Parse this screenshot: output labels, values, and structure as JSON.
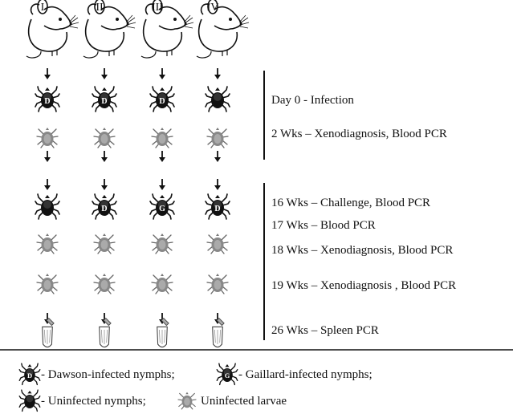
{
  "mice": [
    "I",
    "II",
    "III",
    "IV"
  ],
  "timeline_top": [
    "Day 0 - Infection",
    "2 Wks – Xenodiagnosis, Blood PCR"
  ],
  "timeline_bottom": [
    "16 Wks – Challenge, Blood PCR",
    "17 Wks – Blood PCR",
    "18 Wks – Xenodiagnosis, Blood PCR",
    "19 Wks – Xenodiagnosis , Blood PCR",
    "26 Wks – Spleen PCR"
  ],
  "tick_rows": {
    "row1": [
      "D",
      "D",
      "D",
      ""
    ],
    "row3": [
      "",
      "D",
      "G",
      "D"
    ]
  },
  "tick_letters": {
    "dawson": "D",
    "gaillard": "G"
  },
  "legend": {
    "dawson": "- Dawson-infected nymphs;",
    "gaillard": "- Gaillard-infected nymphs;",
    "uninfected_nymphs": "- Uninfected nymphs;",
    "uninfected_larvae": "Uninfected larvae"
  },
  "colors": {
    "ink": "#111111",
    "larva": "#777777"
  }
}
